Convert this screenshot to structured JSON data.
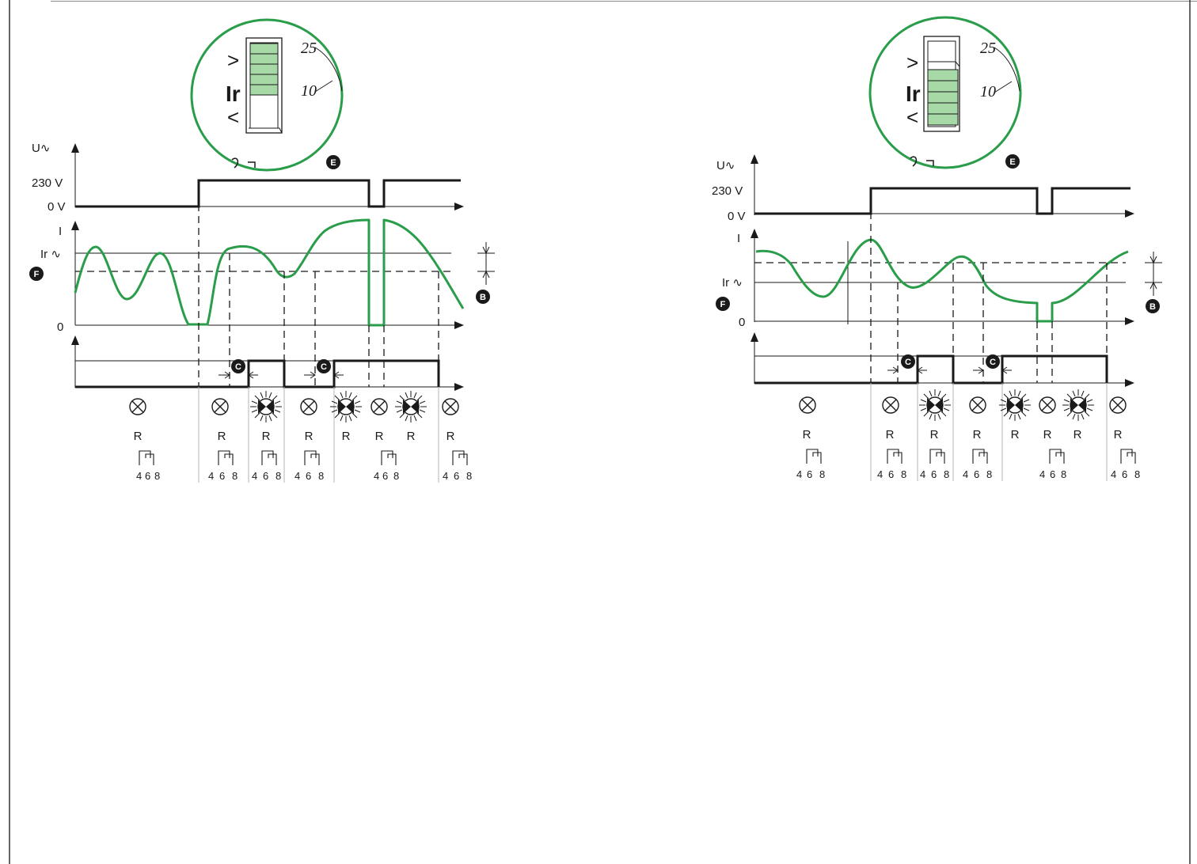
{
  "axis_labels": {
    "voltage": "U∿",
    "v230": "230 V",
    "v0": "0 V",
    "current": "I",
    "ir": "Ir ∿",
    "zero": "0"
  },
  "markers": {
    "B": "B",
    "C": "C",
    "E": "E",
    "F": "F"
  },
  "relay": {
    "label": "R",
    "pins": [
      "4",
      "6",
      "8"
    ]
  },
  "dial": {
    "upper": "25",
    "lower": "10",
    "greater": ">",
    "less": "<",
    "ir": "Ir"
  },
  "colors": {
    "curve": "#2a9d4a",
    "line": "#1a1a1a"
  }
}
